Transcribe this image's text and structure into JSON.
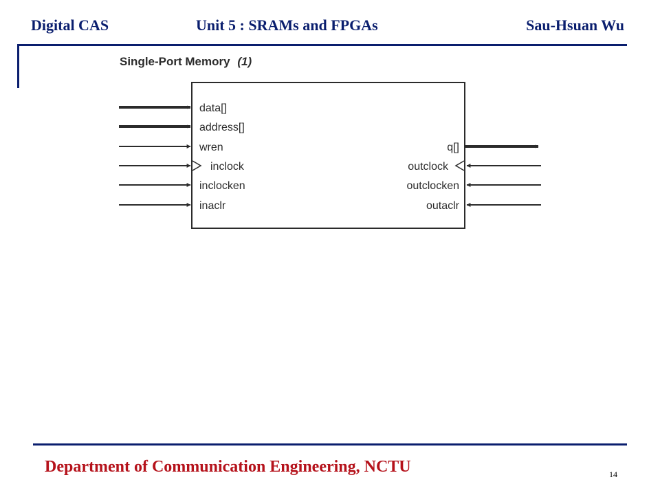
{
  "colors": {
    "header_text": "#0a1e6e",
    "footer_text": "#b5121b",
    "rule": "#0a1e6e"
  },
  "header": {
    "course": "Digital CAS",
    "unit": "Unit 5 : SRAMs and FPGAs",
    "author": "Sau-Hsuan Wu"
  },
  "diagram": {
    "title": "Single-Port Memory",
    "title_note": "(1)",
    "inputs": [
      "data[]",
      "address[]",
      "wren",
      "inclock",
      "inclocken",
      "inaclr"
    ],
    "outputs": [
      "q[]",
      "outclock",
      "outclocken",
      "outaclr"
    ]
  },
  "footer": {
    "department": "Department of Communication Engineering, NCTU",
    "page_number": "14"
  }
}
